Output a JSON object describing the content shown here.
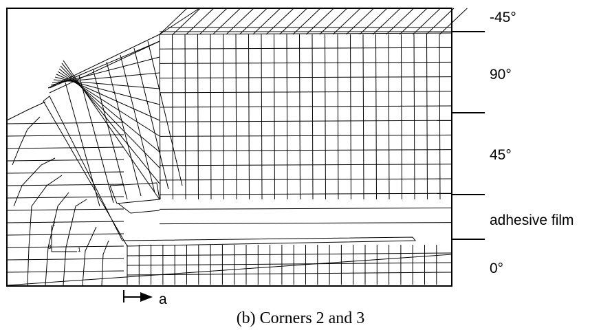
{
  "figure": {
    "layer_labels": {
      "minus45": "-45°",
      "ninety": "90°",
      "fortyfive": "45°",
      "adhesive": "adhesive film",
      "zero": "0°"
    },
    "crack_label": "a",
    "axis_triad": {
      "axis1": "1",
      "axis2": "2",
      "axis3": "3"
    },
    "caption": "(b) Corners 2 and 3"
  }
}
